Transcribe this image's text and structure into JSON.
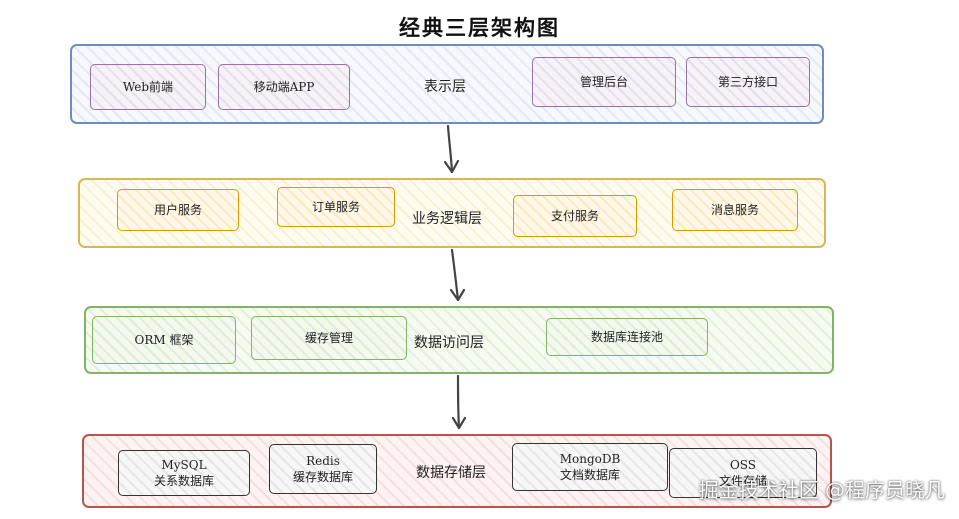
{
  "title": "经典三层架构图",
  "layers": {
    "presentation": {
      "label": "表示层",
      "nodes": [
        "Web前端",
        "移动端APP",
        "管理后台",
        "第三方接口"
      ]
    },
    "business": {
      "label": "业务逻辑层",
      "nodes": [
        "用户服务",
        "订单服务",
        "支付服务",
        "消息服务"
      ]
    },
    "data_access": {
      "label": "数据访问层",
      "nodes": [
        "ORM 框架",
        "缓存管理",
        "数据库连接池"
      ]
    },
    "storage": {
      "label": "数据存储层",
      "nodes": [
        {
          "line1": "MySQL",
          "line2": "关系数据库"
        },
        {
          "line1": "Redis",
          "line2": "缓存数据库"
        },
        {
          "line1": "MongoDB",
          "line2": "文档数据库"
        },
        {
          "line1": "OSS",
          "line2": "文件存储"
        }
      ]
    }
  },
  "colors": {
    "presentation_border": "#6c8ebf",
    "presentation_nodes": "#9673a6",
    "business_border": "#d6b656",
    "business_nodes": "#d79b00",
    "data_access": "#82b366",
    "storage_border": "#b85450",
    "arrow": "#444444"
  },
  "watermark": "掘金技术社区 @程序员晓凡"
}
